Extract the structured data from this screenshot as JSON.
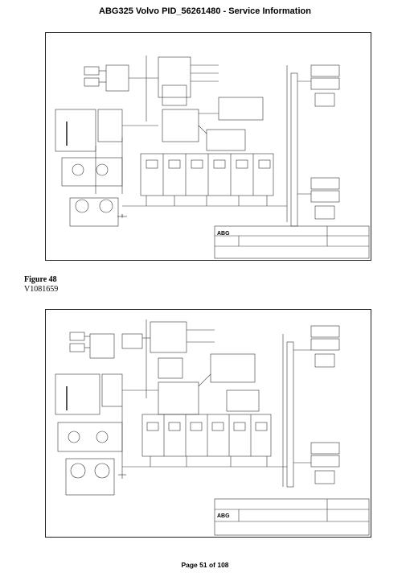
{
  "header": {
    "title": "ABG325 Volvo PID_56261480 - Service Information"
  },
  "figure": {
    "label": "Figure 48",
    "code": "V1081659"
  },
  "title_block": {
    "logo": "ABG"
  },
  "footer": {
    "page": "Page 51 of 108"
  }
}
